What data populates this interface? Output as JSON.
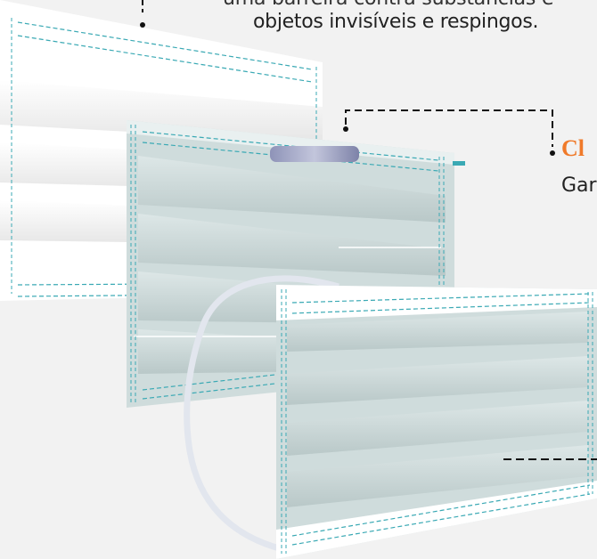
{
  "caption": {
    "line_top": "uma barreira contra substâncias e",
    "line_bottom": "objetos invisíveis e respingos."
  },
  "layer_label": {
    "title": "Cl",
    "subtitle": "Gar"
  },
  "colors": {
    "background": "#f2f2f2",
    "accent_orange": "#f07a2a",
    "mask_blue": "#cfdcdc",
    "mask_white": "#ffffff",
    "stitch_teal": "#3aa9b4",
    "leader_line": "#111111"
  }
}
